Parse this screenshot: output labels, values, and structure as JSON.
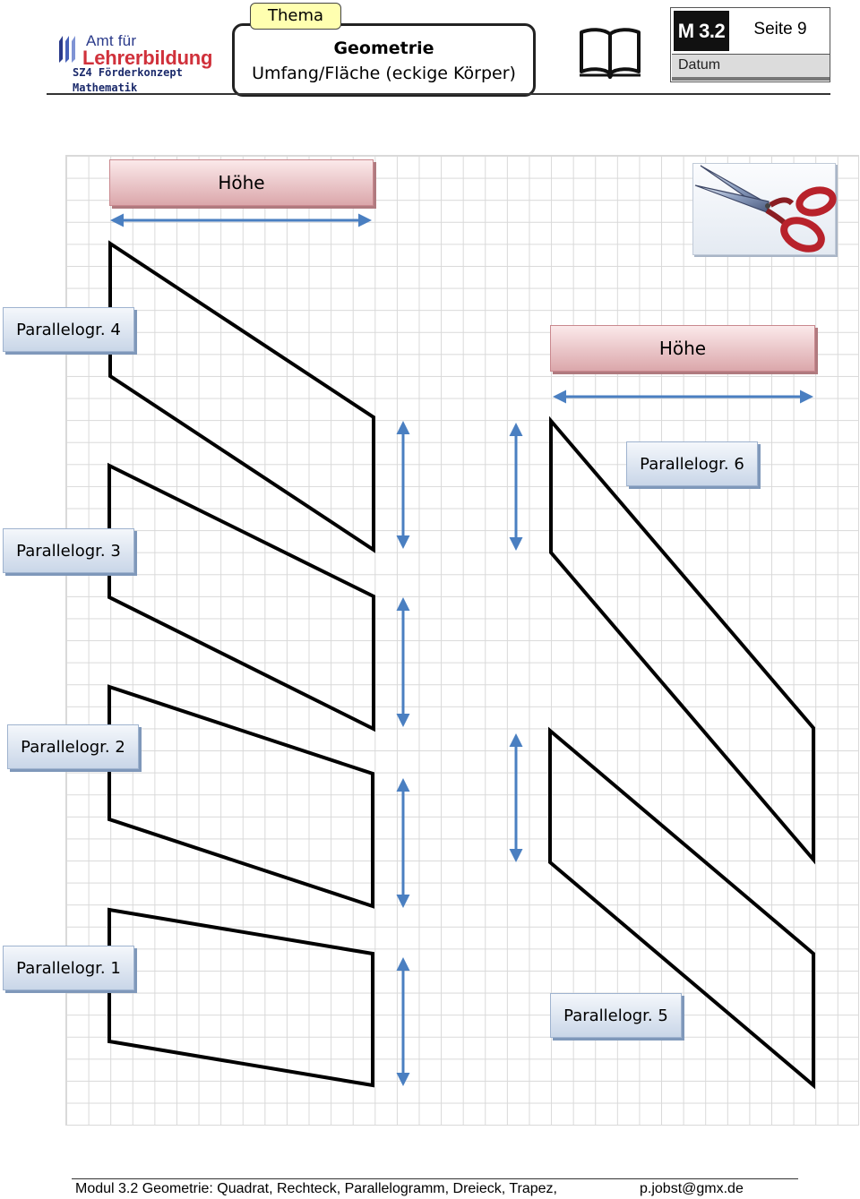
{
  "header": {
    "logo_line1": "Amt für",
    "logo_line2": "Lehrerbildung",
    "subtitle1": "SZ4 Förderkonzept",
    "subtitle2": "Mathematik",
    "theme_tag": "Thema",
    "theme_title": "Geometrie",
    "theme_subtitle": "Umfang/Fläche (eckige Körper)",
    "module_code": "M 3.2",
    "page_label": "Seite 9",
    "date_label": "Datum"
  },
  "worksheet": {
    "height_labels": [
      "Höhe",
      "Höhe"
    ],
    "shape_labels": [
      "Parallelogr. 4",
      "Parallelogr. 6",
      "Parallelogr. 3",
      "Parallelogr. 2",
      "Parallelogr. 1",
      "Parallelogr. 5"
    ],
    "icons": [
      "book-icon",
      "scissors-icon",
      "double-arrow-icon"
    ]
  },
  "footer": {
    "left": "Modul 3.2  Geometrie: Quadrat, Rechteck, Parallelogramm, Dreieck, Trapez,",
    "right": "p.jobst@gmx.de"
  }
}
